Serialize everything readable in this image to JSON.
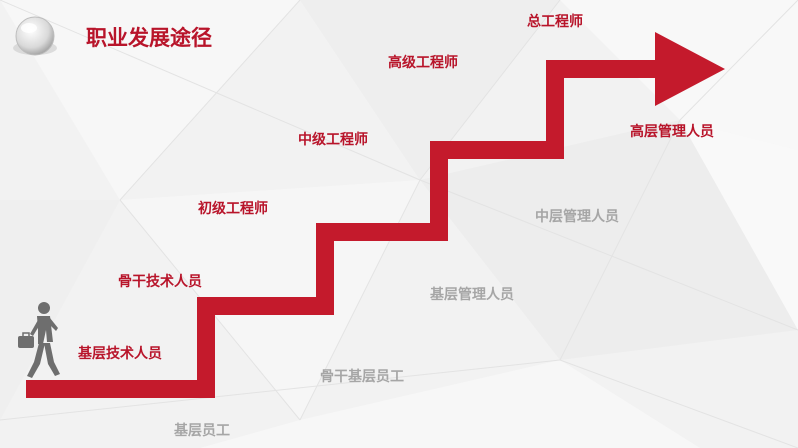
{
  "slide": {
    "title": "职业发展途径",
    "accent_color": "#b8142a",
    "secondary_color": "#a6a6a6",
    "logo_icon": "sphere-logo-icon",
    "person_icon": "walking-businessman-icon",
    "arrow_icon": "stair-arrow-icon"
  },
  "tech_track": [
    {
      "label": "基层技术人员"
    },
    {
      "label": "骨干技术人员"
    },
    {
      "label": "初级工程师"
    },
    {
      "label": "中级工程师"
    },
    {
      "label": "高级工程师"
    },
    {
      "label": "总工程师"
    }
  ],
  "management_track": [
    {
      "label": "基层员工"
    },
    {
      "label": "骨干基层员工"
    },
    {
      "label": "基层管理人员"
    },
    {
      "label": "中层管理人员"
    },
    {
      "label": "高层管理人员"
    }
  ]
}
